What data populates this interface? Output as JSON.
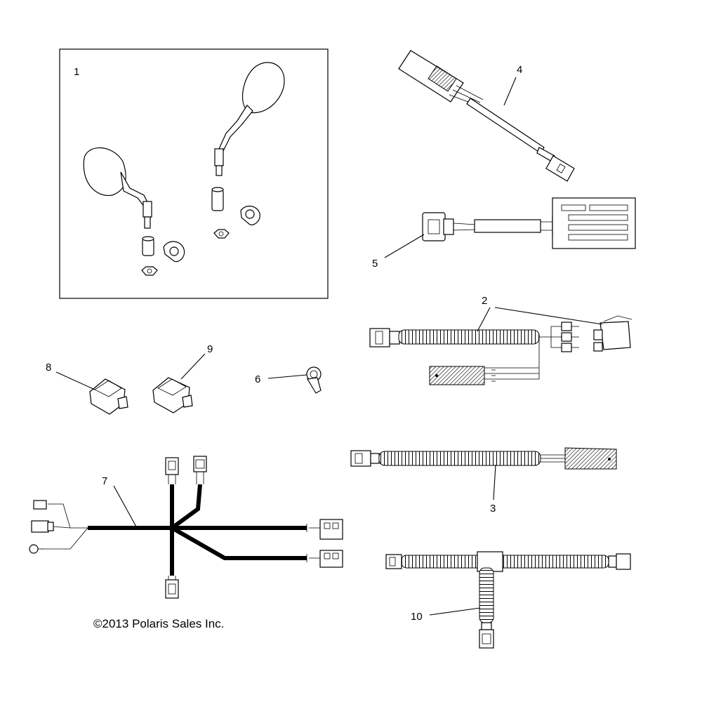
{
  "callouts": [
    {
      "id": "1",
      "text": "1"
    },
    {
      "id": "2",
      "text": "2"
    },
    {
      "id": "3",
      "text": "3"
    },
    {
      "id": "4",
      "text": "4"
    },
    {
      "id": "5",
      "text": "5"
    },
    {
      "id": "6",
      "text": "6"
    },
    {
      "id": "7",
      "text": "7"
    },
    {
      "id": "8",
      "text": "8"
    },
    {
      "id": "9",
      "text": "9"
    },
    {
      "id": "10",
      "text": "10"
    }
  ],
  "copyright": "©2013 Polaris Sales Inc."
}
